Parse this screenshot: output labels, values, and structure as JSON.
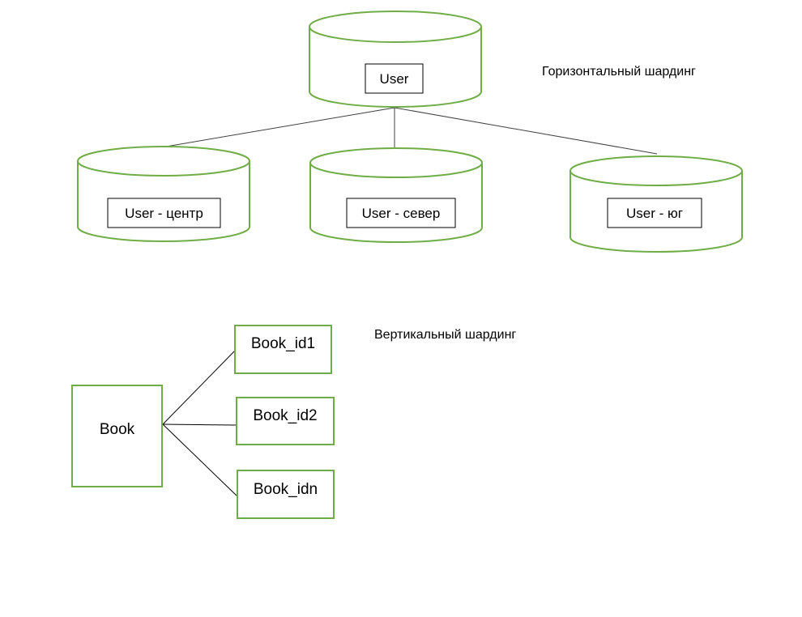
{
  "horizontal": {
    "title": "Горизонтальный шардинг",
    "root": {
      "label": "User"
    },
    "shards": [
      {
        "label": "User - центр"
      },
      {
        "label": "User - север"
      },
      {
        "label": "User - юг"
      }
    ]
  },
  "vertical": {
    "title": "Вертикальный шардинг",
    "root": {
      "label": "Book"
    },
    "parts": [
      {
        "label": "Book_id1"
      },
      {
        "label": "Book_id2"
      },
      {
        "label": "Book_idn"
      }
    ]
  },
  "colors": {
    "shape_outline": "#70ad47",
    "box_outline": "#000000",
    "connector": "#404040"
  }
}
